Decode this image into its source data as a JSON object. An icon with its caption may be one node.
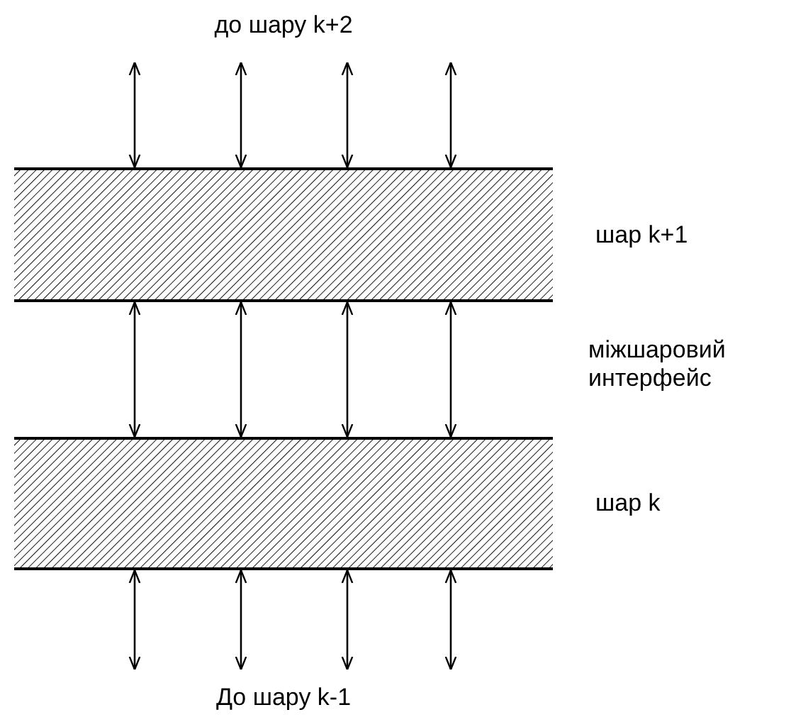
{
  "diagram": {
    "nodes": [
      {
        "text": [
          "до шару k+2"
        ]
      },
      {
        "text": [
          "шар k+1"
        ]
      },
      {
        "text": [
          "шар k"
        ]
      },
      {
        "text": [
          "До шару k-1"
        ]
      }
    ],
    "edges": [
      {
        "from": 0,
        "to": 1,
        "arrow": "both"
      },
      {
        "from": 0,
        "to": 1,
        "arrow": "both"
      },
      {
        "from": 0,
        "to": 1,
        "arrow": "both"
      },
      {
        "from": 0,
        "to": 1,
        "arrow": "both"
      },
      {
        "from": 1,
        "to": 2,
        "arrow": "both"
      },
      {
        "from": 1,
        "to": 2,
        "arrow": "both"
      },
      {
        "from": 1,
        "to": 2,
        "arrow": "both"
      },
      {
        "from": 1,
        "to": 2,
        "arrow": "both"
      },
      {
        "from": 2,
        "to": 3,
        "arrow": "both"
      },
      {
        "from": 2,
        "to": 3,
        "arrow": "both"
      },
      {
        "from": 2,
        "to": 3,
        "arrow": "both"
      },
      {
        "from": 2,
        "to": 3,
        "arrow": "both"
      }
    ],
    "labels": [
      "міжшаровий интерфейс"
    ]
  }
}
